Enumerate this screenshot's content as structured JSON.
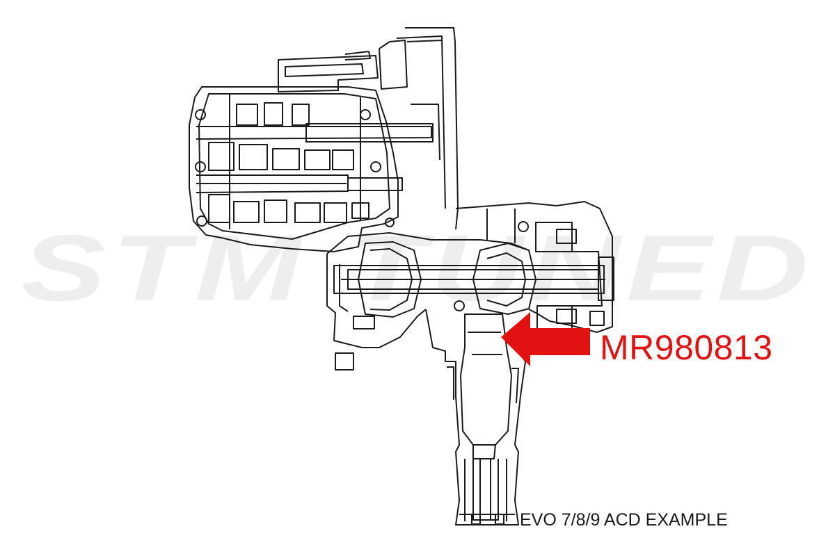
{
  "watermark": {
    "text": "STM TUNED",
    "color": "#eeeeee"
  },
  "callout": {
    "part_number": "MR980813",
    "color": "#e31212",
    "icon": "arrow-left-icon"
  },
  "caption": "EVO 7/8/9 ACD EXAMPLE",
  "colors": {
    "line": "#1a1a1a",
    "background": "#ffffff"
  }
}
